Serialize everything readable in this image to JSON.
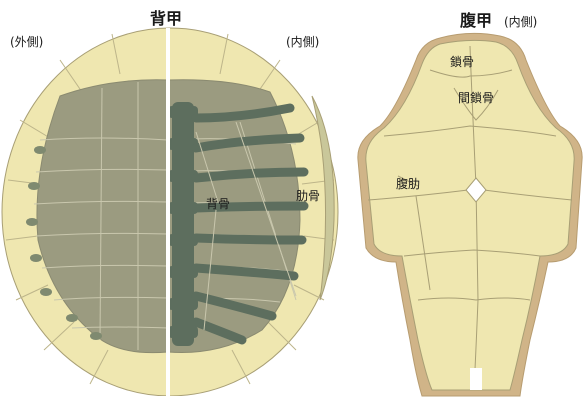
{
  "labels": {
    "carapace_title": "背甲",
    "carapace_outer": "(外側)",
    "carapace_inner": "(内側)",
    "vertebra": "背骨",
    "rib": "肋骨",
    "plastron_title": "腹甲",
    "plastron_inner": "(内側)",
    "clavicle": "鎖骨",
    "interclavicle": "間鎖骨",
    "gastralia": "腹肋"
  },
  "colors": {
    "shell": "#efe7b0",
    "shell_outline": "#a89f75",
    "plate": "#9b9b80",
    "plate_line": "#c9c7ad",
    "bone": "#5d6e5e",
    "plastron_edge": "#d0b488",
    "divider": "#ffffff"
  }
}
